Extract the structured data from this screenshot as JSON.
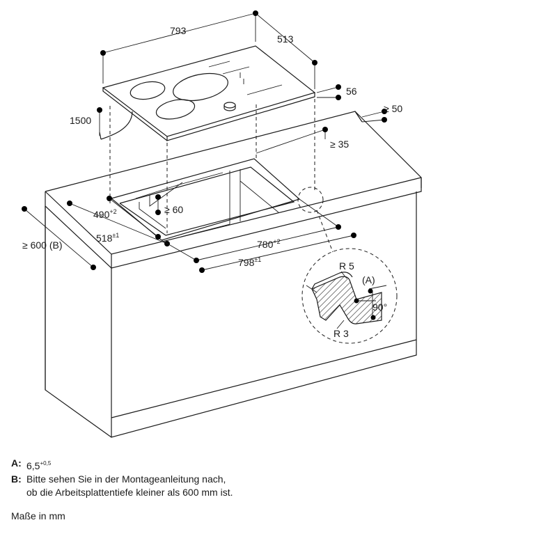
{
  "dimensions": {
    "hob_width": "793",
    "hob_depth": "513",
    "hob_height": "56",
    "cable_length": "1500",
    "wall_distance": "≥ 50",
    "back_distance": "≥ 35",
    "cutout_depth_inner": "490",
    "cutout_depth_inner_tol": "+2",
    "side_clearance": "≥ 60",
    "cutout_depth_outer": "518",
    "cutout_depth_outer_tol": "±1",
    "worktop_depth": "≥ 600 (B)",
    "cutout_width_inner": "780",
    "cutout_width_inner_tol": "+2",
    "cutout_width_outer": "798",
    "cutout_width_outer_tol": "±1"
  },
  "detail": {
    "radius_top": "R 5",
    "radius_bottom": "R 3",
    "marker": "(A)",
    "angle": "90°"
  },
  "notes": [
    {
      "key": "A:",
      "value": "6,5",
      "sup": "+0,5"
    },
    {
      "key": "B:",
      "value": "Bitte sehen Sie in der Montageanleitung nach,",
      "value2": "ob die Arbeitsplattentiefe kleiner als 600 mm ist."
    }
  ],
  "units_note": "Maße in mm"
}
